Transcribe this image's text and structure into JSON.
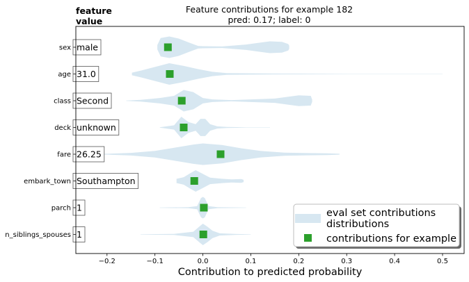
{
  "chart_data": {
    "type": "violin",
    "title": "Feature contributions for example 182",
    "subtitle": "pred: 0.17; label: 0",
    "xlabel": "Contribution to predicted probability",
    "ylabel_header": [
      "feature",
      "value"
    ],
    "xlim": [
      -0.265,
      0.545
    ],
    "xticks": [
      -0.2,
      -0.1,
      0.0,
      0.1,
      0.2,
      0.3,
      0.4,
      0.5
    ],
    "xtick_labels": [
      "−0.2",
      "−0.1",
      "0.0",
      "0.1",
      "0.2",
      "0.3",
      "0.4",
      "0.5"
    ],
    "grid": false,
    "legend_position": "lower-right",
    "legend": [
      {
        "label": "eval set contributions\ndistributions",
        "kind": "violin"
      },
      {
        "label": "contributions for example",
        "kind": "marker"
      }
    ],
    "colors": {
      "violin": "#d7e7f1",
      "marker": "#2ca02c"
    },
    "features": [
      {
        "name": "sex",
        "value": "male",
        "contribution": -0.073,
        "distribution": [
          [
            -0.095,
            0.2
          ],
          [
            -0.088,
            0.85
          ],
          [
            -0.07,
            1.0
          ],
          [
            -0.05,
            0.8
          ],
          [
            -0.03,
            0.45
          ],
          [
            -0.01,
            0.12
          ],
          [
            0.0,
            0.1
          ],
          [
            0.04,
            0.07
          ],
          [
            0.09,
            0.25
          ],
          [
            0.14,
            0.55
          ],
          [
            0.165,
            0.5
          ],
          [
            0.178,
            0.3
          ],
          [
            0.18,
            0.15
          ]
        ]
      },
      {
        "name": "age",
        "value": "31.0",
        "contribution": -0.069,
        "distribution": [
          [
            -0.148,
            0.12
          ],
          [
            -0.13,
            0.3
          ],
          [
            -0.1,
            0.65
          ],
          [
            -0.07,
            1.0
          ],
          [
            -0.04,
            0.75
          ],
          [
            -0.01,
            0.45
          ],
          [
            0.02,
            0.2
          ],
          [
            0.05,
            0.08
          ],
          [
            0.15,
            0.04
          ],
          [
            0.3,
            0.02
          ],
          [
            0.5,
            0.01
          ]
        ]
      },
      {
        "name": "class",
        "value": "Second",
        "contribution": -0.044,
        "distribution": [
          [
            -0.16,
            0.02
          ],
          [
            -0.13,
            0.08
          ],
          [
            -0.09,
            0.25
          ],
          [
            -0.06,
            0.45
          ],
          [
            -0.04,
            1.0
          ],
          [
            -0.02,
            0.8
          ],
          [
            0.0,
            0.25
          ],
          [
            0.02,
            0.12
          ],
          [
            0.06,
            0.06
          ],
          [
            0.1,
            0.12
          ],
          [
            0.15,
            0.2
          ],
          [
            0.2,
            0.5
          ],
          [
            0.225,
            0.45
          ],
          [
            0.228,
            0.1
          ]
        ]
      },
      {
        "name": "deck",
        "value": "unknown",
        "contribution": -0.04,
        "distribution": [
          [
            -0.09,
            0.02
          ],
          [
            -0.06,
            0.2
          ],
          [
            -0.045,
            1.0
          ],
          [
            -0.03,
            0.5
          ],
          [
            -0.015,
            0.3
          ],
          [
            -0.005,
            0.8
          ],
          [
            0.005,
            0.8
          ],
          [
            0.015,
            0.3
          ],
          [
            0.03,
            0.1
          ],
          [
            0.05,
            0.05
          ],
          [
            0.09,
            0.02
          ],
          [
            0.14,
            0.01
          ]
        ]
      },
      {
        "name": "fare",
        "value": "26.25",
        "contribution": 0.037,
        "distribution": [
          [
            -0.235,
            0.01
          ],
          [
            -0.2,
            0.04
          ],
          [
            -0.15,
            0.12
          ],
          [
            -0.1,
            0.3
          ],
          [
            -0.06,
            0.6
          ],
          [
            -0.02,
            0.9
          ],
          [
            0.0,
            1.0
          ],
          [
            0.04,
            0.85
          ],
          [
            0.08,
            0.55
          ],
          [
            0.12,
            0.3
          ],
          [
            0.17,
            0.15
          ],
          [
            0.22,
            0.1
          ],
          [
            0.26,
            0.08
          ],
          [
            0.285,
            0.04
          ]
        ]
      },
      {
        "name": "embark_town",
        "value": "Southampton",
        "contribution": -0.018,
        "distribution": [
          [
            -0.055,
            0.2
          ],
          [
            -0.04,
            0.35
          ],
          [
            -0.025,
            0.75
          ],
          [
            -0.015,
            1.0
          ],
          [
            0.0,
            0.65
          ],
          [
            0.015,
            0.3
          ],
          [
            0.04,
            0.2
          ],
          [
            0.06,
            0.15
          ],
          [
            0.08,
            0.18
          ],
          [
            0.085,
            0.1
          ]
        ]
      },
      {
        "name": "parch",
        "value": "1",
        "contribution": 0.002,
        "distribution": [
          [
            -0.09,
            0.01
          ],
          [
            -0.03,
            0.05
          ],
          [
            -0.012,
            0.15
          ],
          [
            -0.004,
            0.9
          ],
          [
            0.0,
            1.0
          ],
          [
            0.004,
            0.9
          ],
          [
            0.012,
            0.15
          ],
          [
            0.03,
            0.05
          ],
          [
            0.09,
            0.01
          ]
        ]
      },
      {
        "name": "n_siblings_spouses",
        "value": "1",
        "contribution": 0.001,
        "distribution": [
          [
            -0.13,
            0.01
          ],
          [
            -0.06,
            0.05
          ],
          [
            -0.02,
            0.25
          ],
          [
            -0.008,
            0.7
          ],
          [
            0.0,
            1.0
          ],
          [
            0.01,
            0.7
          ],
          [
            0.02,
            0.35
          ],
          [
            0.035,
            0.1
          ],
          [
            0.07,
            0.04
          ],
          [
            0.1,
            0.02
          ]
        ]
      }
    ]
  }
}
